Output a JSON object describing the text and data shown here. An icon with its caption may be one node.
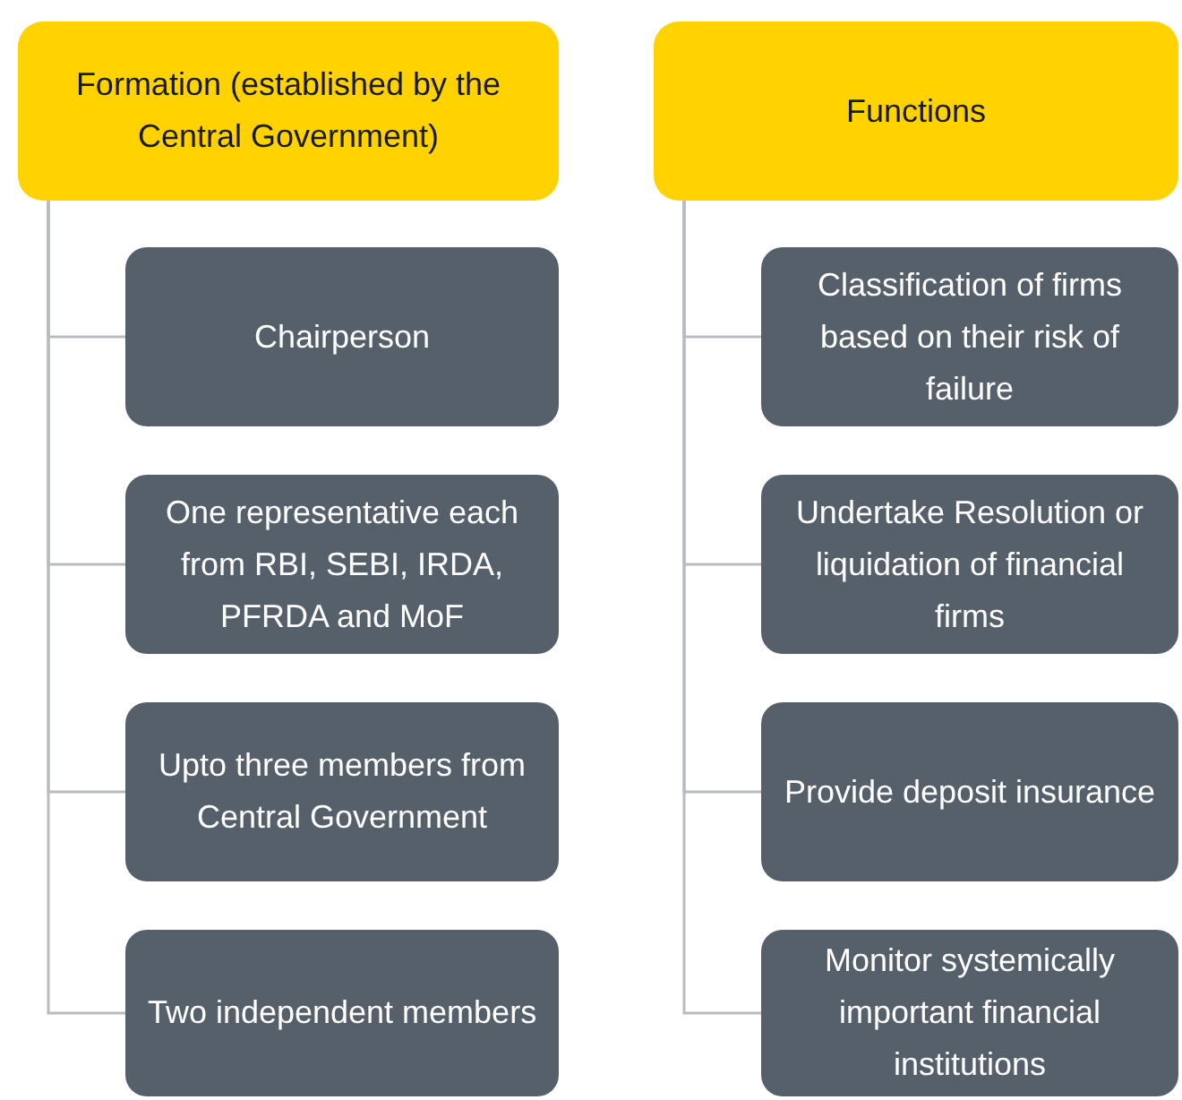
{
  "diagram": {
    "nodes": [
      {
        "text": [
          "Formation (established by the Central Government)"
        ]
      },
      {
        "text": [
          "Chairperson"
        ]
      },
      {
        "text": [
          "One representative each from RBI, SEBI, IRDA, PFRDA and MoF"
        ]
      },
      {
        "text": [
          "Upto three members from Central Government"
        ]
      },
      {
        "text": [
          "Two independent members"
        ]
      },
      {
        "text": [
          "Functions"
        ]
      },
      {
        "text": [
          "Classification of firms based on their risk of failure"
        ]
      },
      {
        "text": [
          "Undertake Resolution or liquidation of financial firms"
        ]
      },
      {
        "text": [
          "Provide deposit insurance"
        ]
      },
      {
        "text": [
          "Monitor systemically important financial institutions"
        ]
      }
    ],
    "edges": [
      {
        "from": 0,
        "to": 1,
        "arrow": "none"
      },
      {
        "from": 0,
        "to": 2,
        "arrow": "none"
      },
      {
        "from": 0,
        "to": 3,
        "arrow": "none"
      },
      {
        "from": 0,
        "to": 4,
        "arrow": "none"
      },
      {
        "from": 5,
        "to": 6,
        "arrow": "none"
      },
      {
        "from": 5,
        "to": 7,
        "arrow": "none"
      },
      {
        "from": 5,
        "to": 8,
        "arrow": "none"
      },
      {
        "from": 5,
        "to": 9,
        "arrow": "none"
      }
    ]
  }
}
